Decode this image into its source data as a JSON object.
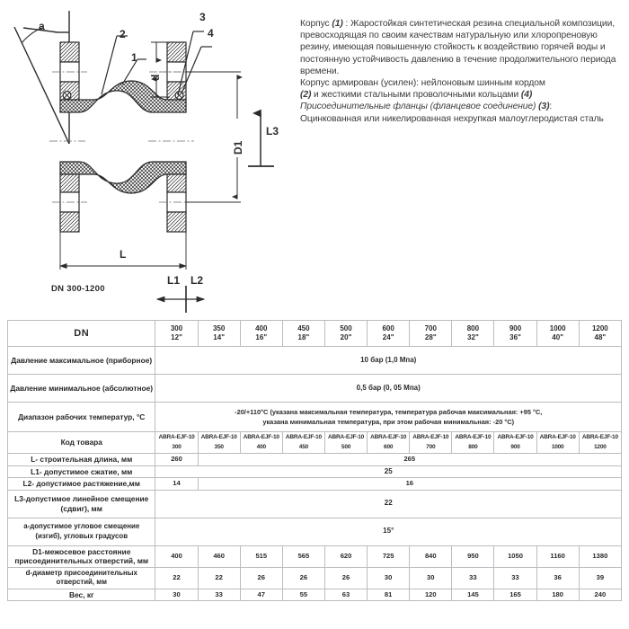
{
  "drawing": {
    "title": "DN 300-1200",
    "callouts": [
      {
        "id": "a",
        "label": "a"
      },
      {
        "id": "1",
        "label": "1"
      },
      {
        "id": "2",
        "label": "2"
      },
      {
        "id": "3",
        "label": "3"
      },
      {
        "id": "4",
        "label": "4"
      },
      {
        "id": "d",
        "label": "d"
      },
      {
        "id": "D1",
        "label": "D1"
      },
      {
        "id": "L",
        "label": "L"
      },
      {
        "id": "L1",
        "label": "L1"
      },
      {
        "id": "L2",
        "label": "L2"
      },
      {
        "id": "L3",
        "label": "L3"
      }
    ]
  },
  "spec_text": {
    "line1_prefix": "Корпус ",
    "line1_bold": "(1)",
    "line1_rest": " : Жаростойкая синтетическая резина специальной композиции, превосходящая по своим качествам натуральную или хлоропреновую резину, имеющая повышенную стойкость к воздействию горячей воды и постоянную устойчивость давлению в течение продолжительного периода времени.",
    "line2": "Корпус армирован (усилен): нейлоновым шинным кордом",
    "line3_bold": "(2)",
    "line3_rest": " и жесткими стальными проволочными кольцами ",
    "line3_bold2": "(4)",
    "line4": "Присоединительные фланцы (фланцевое соединение) ",
    "line4_bold": "(3)",
    "line4_end": ":",
    "line5": "Оцинкованная или никелированная нехрупкая малоуглеродистая сталь"
  },
  "table": {
    "dn_label": "DN",
    "sizes_mm": [
      "300",
      "350",
      "400",
      "450",
      "500",
      "600",
      "700",
      "800",
      "900",
      "1000",
      "1200"
    ],
    "sizes_in": [
      "12\"",
      "14\"",
      "16\"",
      "18\"",
      "20\"",
      "24\"",
      "28\"",
      "32\"",
      "36\"",
      "40\"",
      "48\""
    ],
    "rows": [
      {
        "label": "Давление максимальное (приборное)",
        "type": "merged",
        "value": "10 бар (1,0 Мпа)"
      },
      {
        "label": "Давление минимальное (абсолютное)",
        "type": "merged",
        "value": "0,5 бар (0, 05 Мпа)"
      },
      {
        "label": "Диапазон рабочих температур,  °C",
        "type": "merged-temp",
        "value_line1": "-20/+110°C (указана максимальная температура, температура рабочая максимальная: +95 °C,",
        "value_line2": "указана минимальная температура, при этом рабочая минимальная: -20 °C)"
      },
      {
        "label": "Код товара",
        "type": "code",
        "prefix": "ABRA-EJF-10",
        "values": [
          "300",
          "350",
          "400",
          "450",
          "500",
          "600",
          "700",
          "800",
          "900",
          "1000",
          "1200"
        ]
      },
      {
        "label": "L- строительная длина, мм",
        "type": "split",
        "first": "260",
        "rest": "265"
      },
      {
        "label": "L1- допустимое сжатие, мм",
        "type": "merged",
        "value": "25"
      },
      {
        "label": "L2- допустимое растяжение,мм",
        "type": "split",
        "first": "14",
        "rest": "16"
      },
      {
        "label": "L3-допустимое линейное смещение (сдвиг), мм",
        "type": "merged",
        "value": "22"
      },
      {
        "label": "a-допустимое угловое смещение (изгиб), угловых градусов",
        "type": "merged",
        "value": "15°"
      },
      {
        "label": "D1-межосевое расстояние присоединительных отверстий, мм",
        "type": "values",
        "values": [
          "400",
          "460",
          "515",
          "565",
          "620",
          "725",
          "840",
          "950",
          "1050",
          "1160",
          "1380"
        ]
      },
      {
        "label": "d-диаметр присоединительных отверстий, мм",
        "type": "values",
        "values": [
          "22",
          "22",
          "26",
          "26",
          "26",
          "30",
          "30",
          "33",
          "33",
          "36",
          "39"
        ]
      },
      {
        "label": "Вес, кг",
        "type": "values",
        "values": [
          "30",
          "33",
          "47",
          "55",
          "63",
          "81",
          "120",
          "145",
          "165",
          "180",
          "240"
        ]
      }
    ]
  }
}
